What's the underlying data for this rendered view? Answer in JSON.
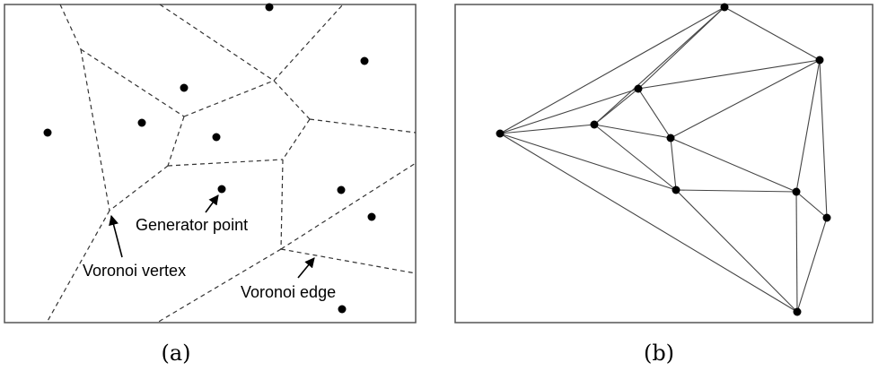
{
  "panel_a": {
    "caption": "(a)",
    "annotations": {
      "generator_point": "Generator point",
      "voronoi_vertex": "Voronoi vertex",
      "voronoi_edge": "Voronoi edge"
    }
  },
  "panel_b": {
    "caption": "(b)"
  }
}
